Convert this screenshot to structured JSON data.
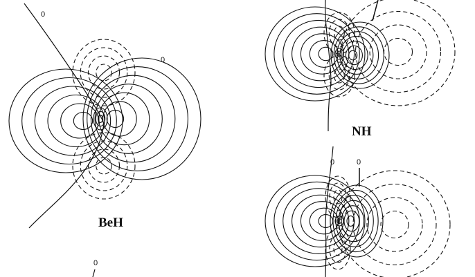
{
  "panels": [
    {
      "molecule": "BeH",
      "contour_labels": [
        "0",
        "0"
      ]
    },
    {
      "molecule": "NH",
      "contour_labels": []
    },
    {
      "molecule": "",
      "contour_labels": [
        "0",
        "0",
        "0"
      ]
    }
  ],
  "colors": {
    "ink": "#111111",
    "background": "#ffffff"
  }
}
